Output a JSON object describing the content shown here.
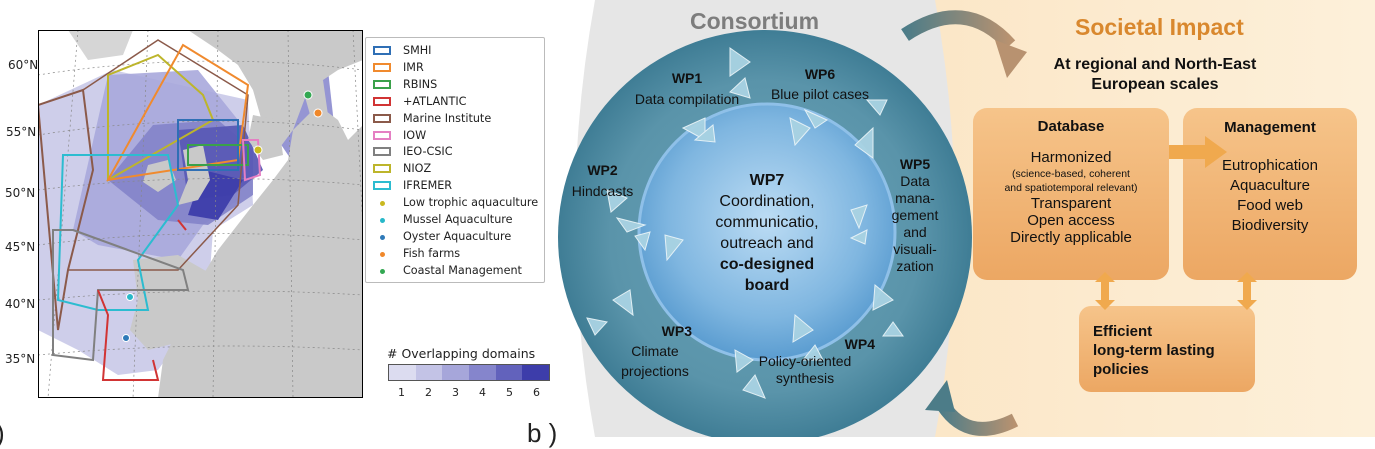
{
  "panel_a": {
    "lat_labels": [
      "60°N",
      "55°N",
      "50°N",
      "45°N",
      "40°N",
      "35°N"
    ],
    "legend": [
      {
        "label": "SMHI",
        "color": "#2f6fb5",
        "kind": "box"
      },
      {
        "label": "IMR",
        "color": "#f08a2e",
        "kind": "box"
      },
      {
        "label": "RBINS",
        "color": "#3aa14a",
        "kind": "box"
      },
      {
        "label": "+ATLANTIC",
        "color": "#d13434",
        "kind": "box"
      },
      {
        "label": "Marine Institute",
        "color": "#8b5a4a",
        "kind": "box"
      },
      {
        "label": "IOW",
        "color": "#e57fc3",
        "kind": "box"
      },
      {
        "label": "IEO-CSIC",
        "color": "#808080",
        "kind": "box"
      },
      {
        "label": "NIOZ",
        "color": "#bdb52b",
        "kind": "box"
      },
      {
        "label": "IFREMER",
        "color": "#2cbcd0",
        "kind": "box"
      },
      {
        "label": "Low trophic aquaculture",
        "color": "#c9b81f",
        "kind": "dot"
      },
      {
        "label": "Mussel Aquaculture",
        "color": "#27b8c9",
        "kind": "dot"
      },
      {
        "label": "Oyster Aquaculture",
        "color": "#2f7ab8",
        "kind": "dot"
      },
      {
        "label": "Fish farms",
        "color": "#f0882a",
        "kind": "dot"
      },
      {
        "label": "Coastal Management",
        "color": "#33a852",
        "kind": "dot"
      }
    ],
    "colorbar": {
      "title": "# Overlapping domains",
      "ticks": [
        "1",
        "2",
        "3",
        "4",
        "5",
        "6"
      ],
      "colors": [
        "#dcdcf0",
        "#c3c3e6",
        "#a6a6da",
        "#8585cc",
        "#6262bc",
        "#3d3daa"
      ]
    }
  },
  "panel_b": {
    "consortium_title": "Consortium",
    "wps": {
      "wp1": {
        "title": "WP1",
        "desc": "Data compilation"
      },
      "wp6": {
        "title": "WP6",
        "desc": "Blue pilot cases"
      },
      "wp2": {
        "title": "WP2",
        "desc": "Hindcasts"
      },
      "wp5": {
        "title": "WP5",
        "desc_lines": [
          "Data",
          "mana-",
          "gement",
          "and",
          "visuali-",
          "zation"
        ]
      },
      "wp3": {
        "title": "WP3",
        "desc_lines": [
          "Climate",
          "projections"
        ]
      },
      "wp4": {
        "title": "WP4",
        "desc_lines": [
          "Policy-oriented",
          "synthesis"
        ]
      },
      "wp7": {
        "title": "WP7",
        "lines": [
          "Coordination,",
          "communicatio,",
          "outreach and"
        ],
        "bold_lines": [
          "co-designed",
          "board"
        ]
      }
    },
    "impact": {
      "title": "Societal Impact",
      "subtitle_lines": [
        "At regional and North-East",
        "European scales"
      ],
      "database": {
        "title": "Database",
        "line1": "Harmonized",
        "small_lines": [
          "(science-based, coherent",
          "and spatiotemporal relevant)"
        ],
        "lines": [
          "Transparent",
          "Open access",
          "Directly applicable"
        ]
      },
      "management": {
        "title": "Management",
        "lines": [
          "Eutrophication",
          "Aquaculture",
          "Food web",
          "Biodiversity"
        ]
      },
      "policies": {
        "lines": [
          "Efficient",
          "long-term lasting",
          "policies"
        ]
      }
    }
  }
}
